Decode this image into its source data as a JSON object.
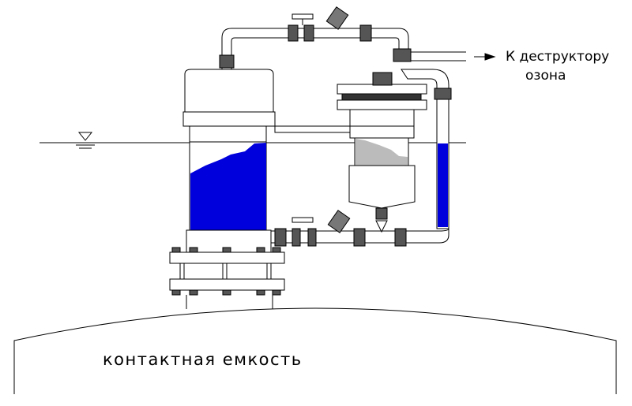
{
  "labels": {
    "destructor_line1": "К деструктору",
    "destructor_line2": "озона",
    "contact_tank": "контактная емкость"
  },
  "colors": {
    "water": "#0000dd",
    "foam": "#bbbbbb",
    "outline": "#000000",
    "pipe": "#ffffff"
  }
}
